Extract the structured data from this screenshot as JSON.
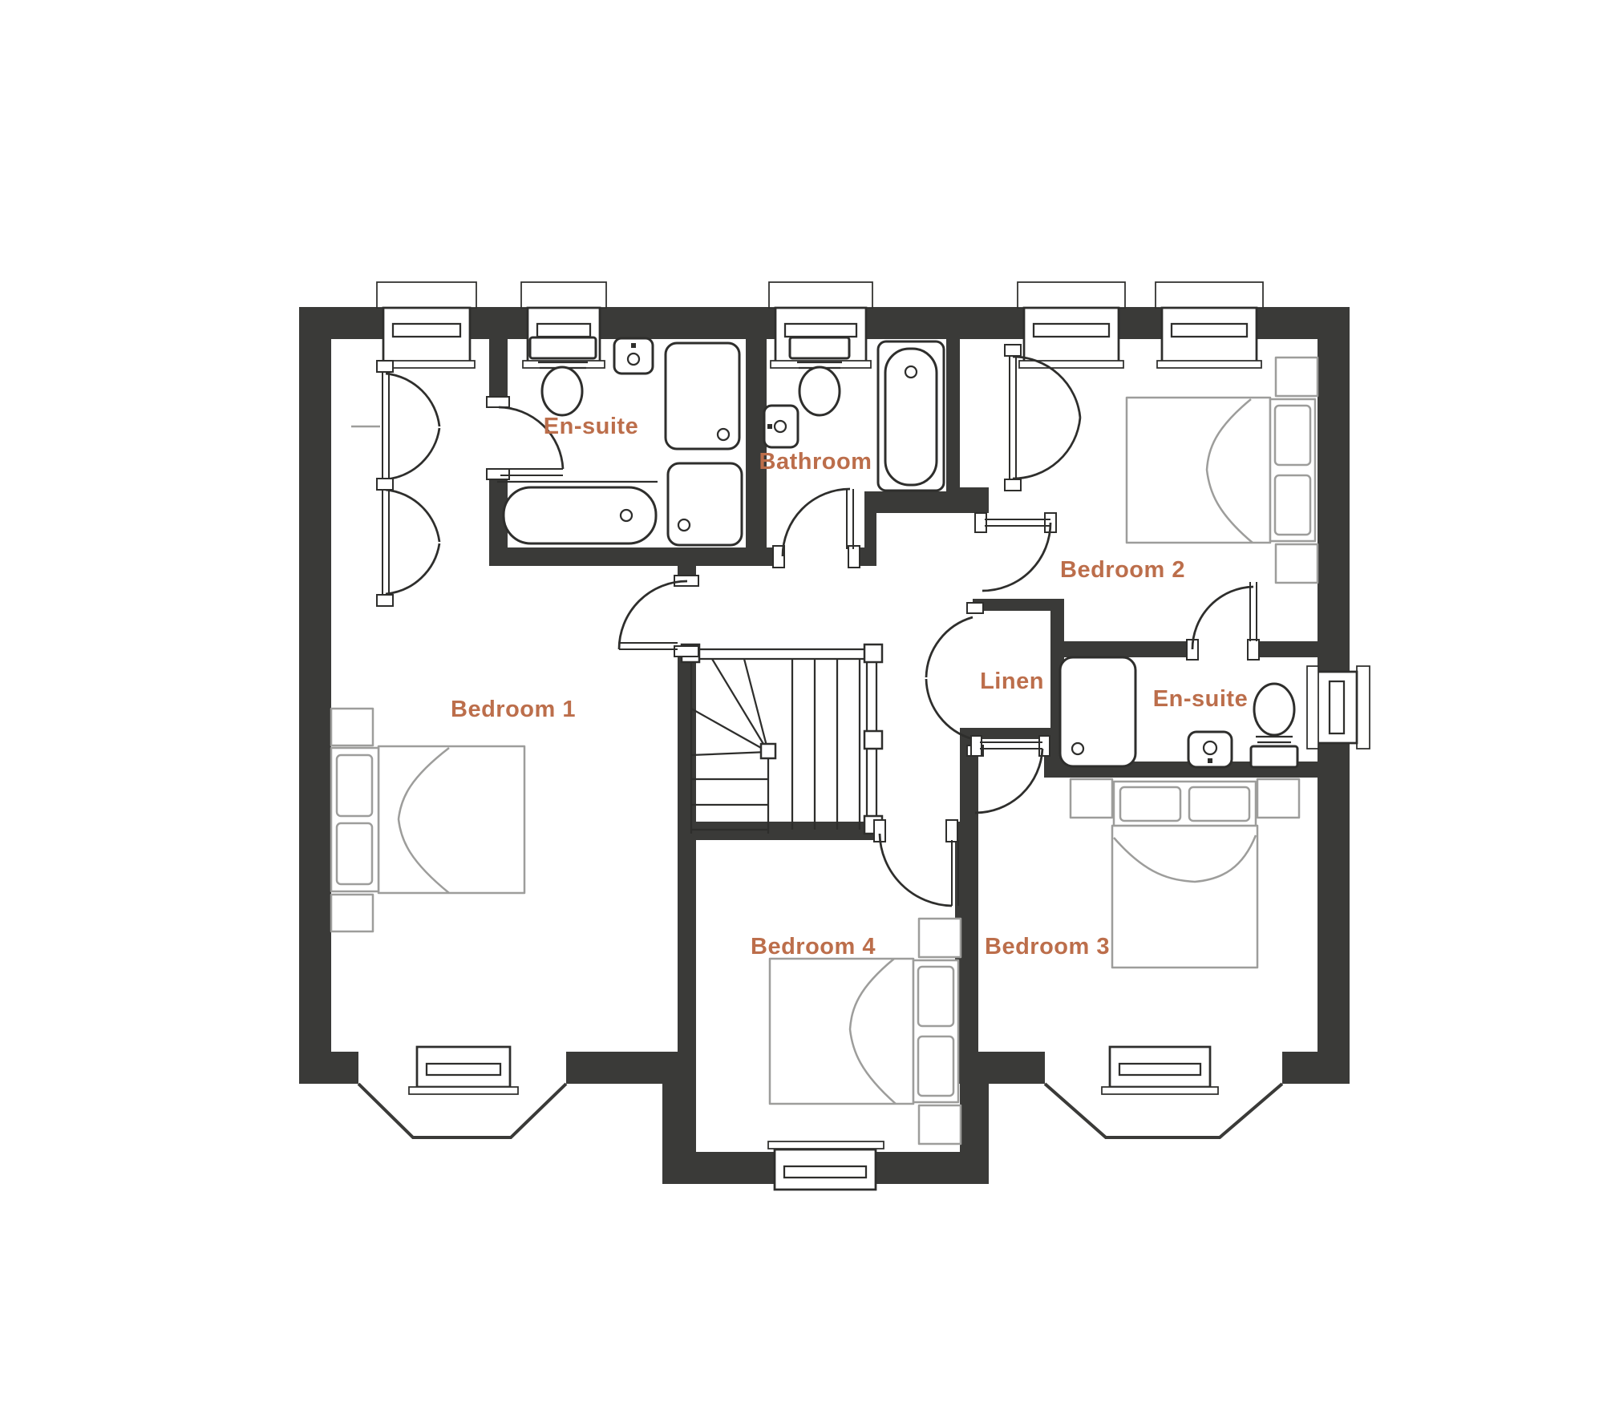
{
  "plan": {
    "type": "floor-plan",
    "rooms": [
      {
        "id": "bedroom1",
        "label": "Bedroom 1"
      },
      {
        "id": "ensuite1",
        "label": "En-suite"
      },
      {
        "id": "bathroom",
        "label": "Bathroom"
      },
      {
        "id": "bedroom2",
        "label": "Bedroom 2"
      },
      {
        "id": "linen",
        "label": "Linen"
      },
      {
        "id": "ensuite2",
        "label": "En-suite"
      },
      {
        "id": "bedroom3",
        "label": "Bedroom 3"
      },
      {
        "id": "bedroom4",
        "label": "Bedroom 4"
      }
    ],
    "colors": {
      "wall": "#3A3A38",
      "label": "#BC6E4B",
      "fixture_line": "#2E2E2C",
      "furniture_line": "#9D9D9B",
      "background": "#FFFFFF"
    }
  }
}
